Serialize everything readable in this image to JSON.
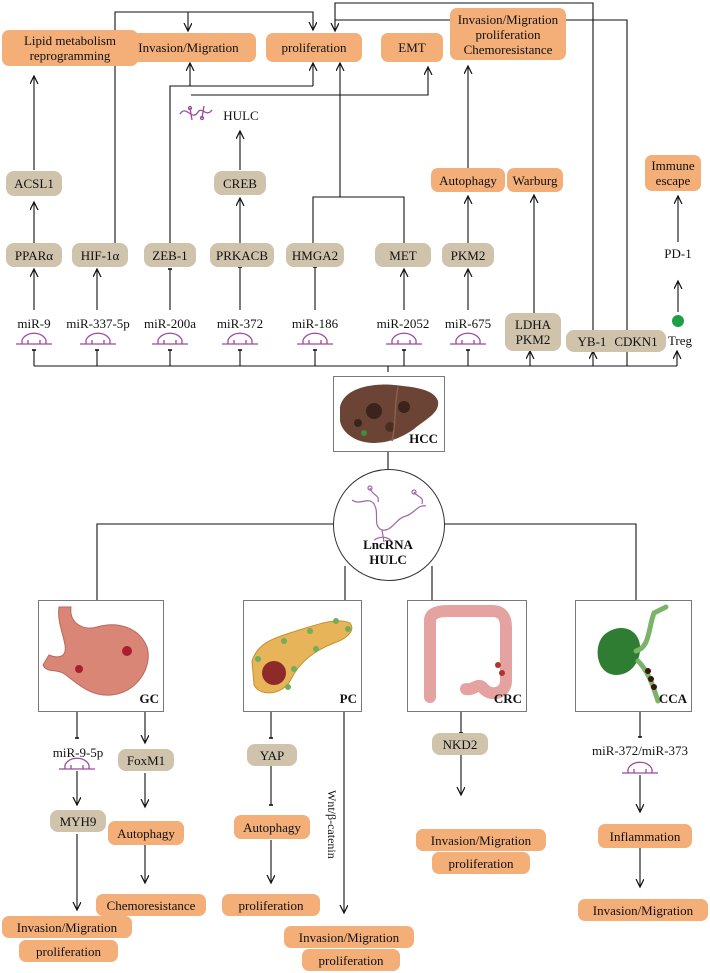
{
  "top_outcomes": {
    "lipid": "Lipid metabolism reprogramming",
    "invasion_migration": "Invasion/Migration",
    "proliferation": "proliferation",
    "emt": "EMT",
    "combo": [
      "Invasion/Migration",
      "proliferation",
      "Chemoresistance"
    ],
    "immune_escape": "Immune escape"
  },
  "hcc_intermediates": {
    "acsl1": "ACSL1",
    "hulc": "HULC",
    "creb": "CREB",
    "autophagy": "Autophagy",
    "warburg": "Warburg",
    "pd1": "PD-1"
  },
  "hcc_targets": {
    "ppara": "PPARα",
    "hif1a": "HIF-1α",
    "zeb1": "ZEB-1",
    "prkacb": "PRKACB",
    "hmga2": "HMGA2",
    "met": "MET",
    "pkm2": "PKM2"
  },
  "hcc_regulators": {
    "mir9": "miR-9",
    "mir337": "miR-337-5p",
    "mir200a": "miR-200a",
    "mir372": "miR-372",
    "mir186": "miR-186",
    "mir2052": "miR-2052",
    "mir675": "miR-675",
    "ldha_pkm2": [
      "LDHA",
      "PKM2"
    ],
    "yb1": "YB-1",
    "cdkn1": "CDKN1",
    "treg": "Treg"
  },
  "center": {
    "hcc": "HCC",
    "lncrna": [
      "LncRNA",
      "HULC"
    ]
  },
  "organs": {
    "gc": "GC",
    "pc": "PC",
    "crc": "CRC",
    "cca": "CCA"
  },
  "gc_branch": {
    "mir": "miR-9-5p",
    "myh9": "MYH9",
    "foxm1": "FoxM1",
    "autophagy": "Autophagy",
    "chemo": "Chemoresistance",
    "invasion": "Invasion/Migration",
    "proliferation": "proliferation"
  },
  "pc_branch": {
    "yap": "YAP",
    "autophagy": "Autophagy",
    "proliferation": "proliferation",
    "wnt": "Wnt/β-catenin",
    "invasion": "Invasion/Migration",
    "proliferation2": "proliferation"
  },
  "crc_branch": {
    "nkd2": "NKD2",
    "invasion": "Invasion/Migration",
    "proliferation": "proliferation"
  },
  "cca_branch": {
    "mir": "miR-372/miR-373",
    "inflammation": "Inflammation",
    "invasion": "Invasion/Migration"
  },
  "colors": {
    "outcome": "#F4AE78",
    "target": "#CFC3AC",
    "mirna": "#9C4A9C"
  }
}
